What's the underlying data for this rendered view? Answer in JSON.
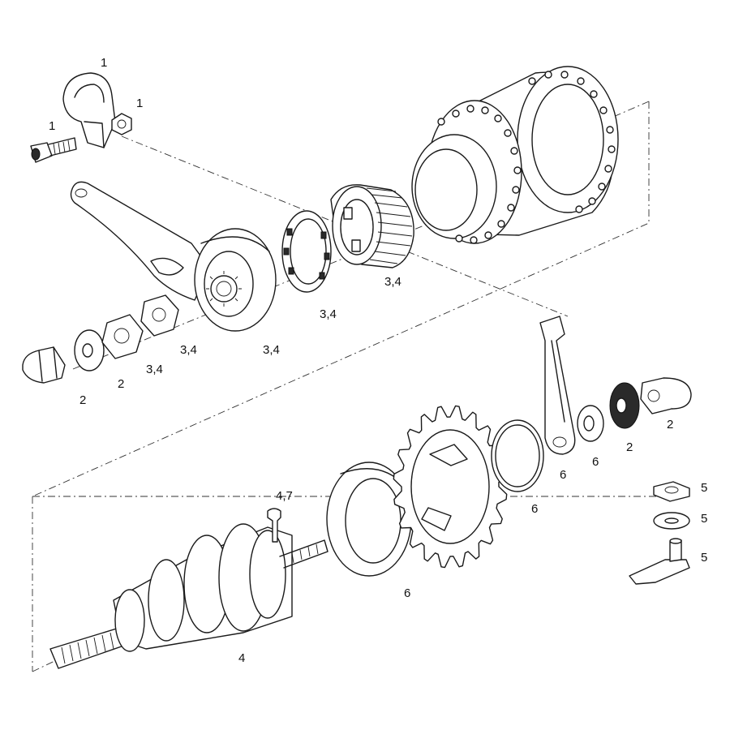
{
  "callouts": {
    "clamp_band": "1",
    "clamp_nut": "1",
    "clamp_bolt": "1",
    "cap_nut_left": "2",
    "washer_left": "2",
    "lock_nut_left": "3,4",
    "lock_nut_left_2": "3,4",
    "brake_arm_drum": "3,4",
    "retainer_ring": "3,4",
    "splined_driver": "3,4",
    "hub_internal": "4",
    "axle_cup": "4,7",
    "dust_cap": "6",
    "sprocket": "6",
    "snap_ring": "6",
    "cone_arm": "6",
    "bearing_washer": "6",
    "serrated_washer": "2",
    "cap_nut_right": "2",
    "nut_small": "5",
    "washer_small": "5",
    "click_box_bracket": "5"
  }
}
